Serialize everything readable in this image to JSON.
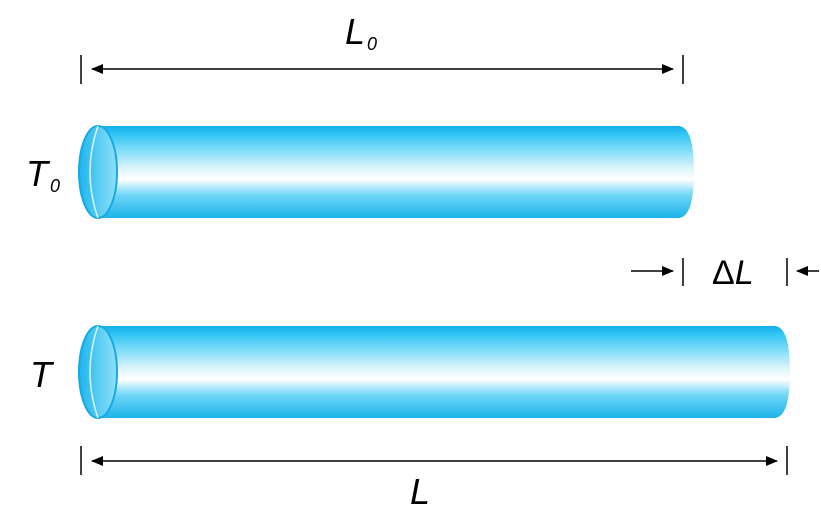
{
  "rods": [
    {
      "name": "original-rod",
      "temp_label": "T",
      "temp_subscript": "0",
      "color": "#1ec0ef"
    },
    {
      "name": "expanded-rod",
      "temp_label": "T",
      "temp_subscript": "",
      "color": "#1ec0ef"
    }
  ],
  "labels": {
    "original_length": {
      "main": "L",
      "subscript": "0"
    },
    "delta_length": {
      "symbol": "Δ",
      "main": "L"
    },
    "final_length": {
      "main": "L"
    }
  },
  "colors": {
    "rod_edge": "#1aa9e6",
    "rod_core": "#ffffff",
    "rod_shadow": "#11a0dd",
    "arrow": "#000000"
  }
}
